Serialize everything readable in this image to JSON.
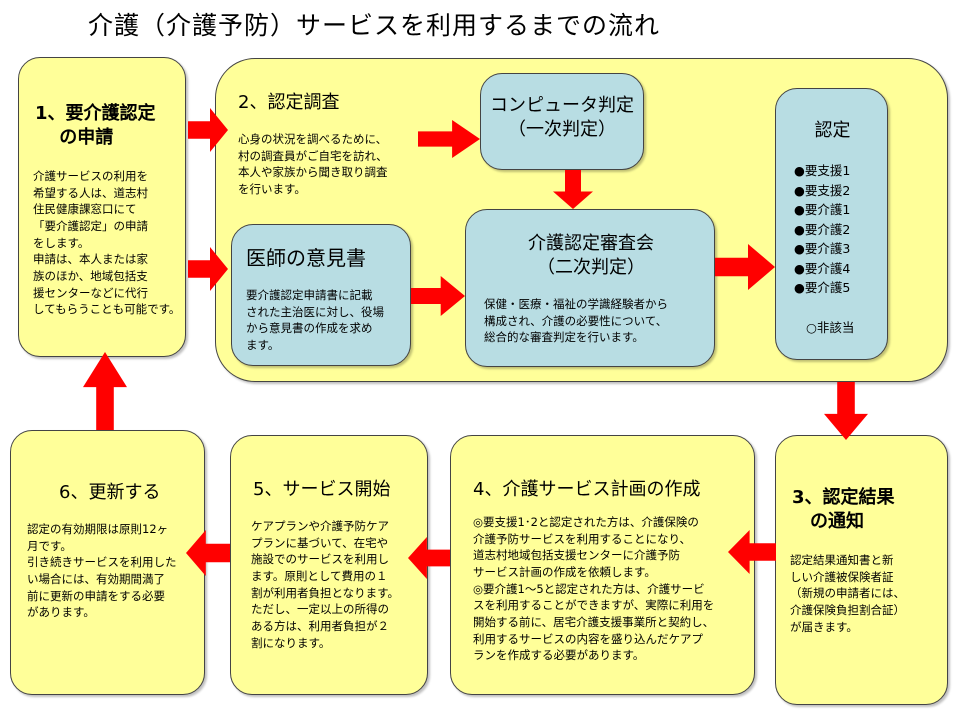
{
  "title": "介護（介護予防）サービスを利用するまでの流れ",
  "step1": {
    "heading": "1、要介護認定\n　 の申請",
    "text": "介護サービスの利用を\n希望する人は、道志村\n住民健康課窓口にて\n「要介護認定」の申請\nをします。\n申請は、本人または家\n族のほか、地域包括支\n援センターなどに代行\nしてもらうことも可能です。"
  },
  "step2": {
    "heading": "2、認定調査",
    "text": "心身の状況を調べるために、\n村の調査員がご自宅を訪れ、\n本人や家族から聞き取り調査\nを行います。"
  },
  "computer": {
    "heading": "コンピュータ判定\n（一次判定）"
  },
  "doctor": {
    "heading": "医師の意見書",
    "text": "要介護認定申請書に記載\nされた主治医に対し、役場\nから意見書の作成を求め\nます。"
  },
  "review": {
    "heading": "介護認定審査会\n（二次判定）",
    "text": "保健・医療・福祉の学識経験者から\n構成され、介護の必要性について、\n総合的な審査判定を行います。"
  },
  "certification": {
    "heading": "認定",
    "levels": [
      "●要支援1",
      "●要支援2",
      "●要介護1",
      "●要介護2",
      "●要介護3",
      "●要介護4",
      "●要介護5"
    ],
    "not_applicable": "○非該当"
  },
  "step3": {
    "heading": "3、認定結果\n　の通知",
    "text": "認定結果通知書と新\nしい介護被保険者証\n（新規の申請者には、\n介護保険負担割合証）\nが届きます。"
  },
  "step4": {
    "heading": "4、介護サービス計画の作成",
    "text": "◎要支援1･2と認定された方は、介護保険の\n介護予防サービスを利用することになり、\n道志村地域包括支援センターに介護予防\nサービス計画の作成を依頼します。\n◎要介護1～5と認定された方は、介護サービ\nスを利用することができますが、実際に利用を\n開始する前に、居宅介護支援事業所と契約し、\n利用するサービスの内容を盛り込んだケアプ\nランを作成する必要があります。"
  },
  "step5": {
    "heading": "5、サービス開始",
    "text": "ケアプランや介護予防ケア\nプランに基づいて、在宅や\n施設でのサービスを利用し\nます。原則として費用の１\n割が利用者負担となります。\nただし、一定以上の所得の\nある方は、利用者負担が２\n割になります。"
  },
  "step6": {
    "heading": "6、更新する",
    "text": "認定の有効期限は原則12ヶ\n月です。\n引き続きサービスを利用した\nい場合には、有効期間満了\n前に更新の申請をする必要\nがあります。"
  },
  "colors": {
    "yellow": "#ffff99",
    "blue": "#b8dde3",
    "arrow": "#ff0000"
  }
}
